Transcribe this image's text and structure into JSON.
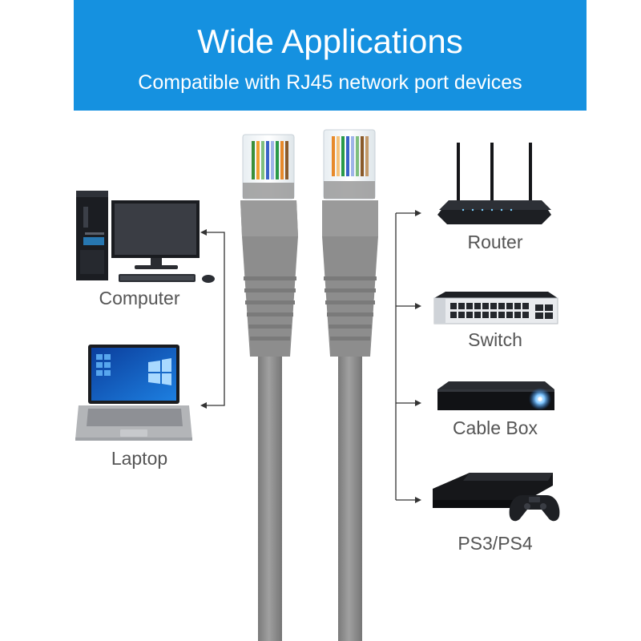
{
  "banner": {
    "title": "Wide Applications",
    "subtitle": "Compatible with RJ45 network port devices"
  },
  "left_devices": [
    {
      "label": "Computer",
      "icon": "desktop-computer-icon"
    },
    {
      "label": "Laptop",
      "icon": "laptop-icon"
    }
  ],
  "right_devices": [
    {
      "label": "Router",
      "icon": "router-icon"
    },
    {
      "label": "Switch",
      "icon": "network-switch-icon"
    },
    {
      "label": "Cable Box",
      "icon": "cable-box-icon"
    },
    {
      "label": "PS3/PS4",
      "icon": "game-console-icon"
    }
  ],
  "colors": {
    "banner": "#1591e0",
    "cable": "#8a8a8a",
    "label_text": "#555555",
    "connector_line": "#333333"
  }
}
